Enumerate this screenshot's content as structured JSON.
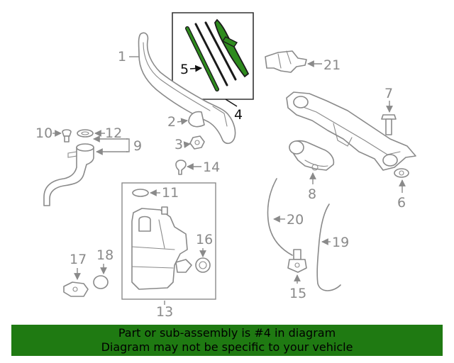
{
  "callouts": {
    "c1": "1",
    "c2": "2",
    "c3": "3",
    "c4": "4",
    "c5": "5",
    "c6": "6",
    "c7": "7",
    "c8": "8",
    "c9": "9",
    "c10": "10",
    "c11": "11",
    "c12": "12",
    "c13": "13",
    "c14": "14",
    "c15": "15",
    "c16": "16",
    "c17": "17",
    "c18": "18",
    "c19": "19",
    "c20": "20",
    "c21": "21"
  },
  "highlight_color": "#1f7a12",
  "banner": {
    "line1": "Part or sub-assembly is #4 in diagram",
    "line2": "Diagram may not be specific to your vehicle"
  }
}
